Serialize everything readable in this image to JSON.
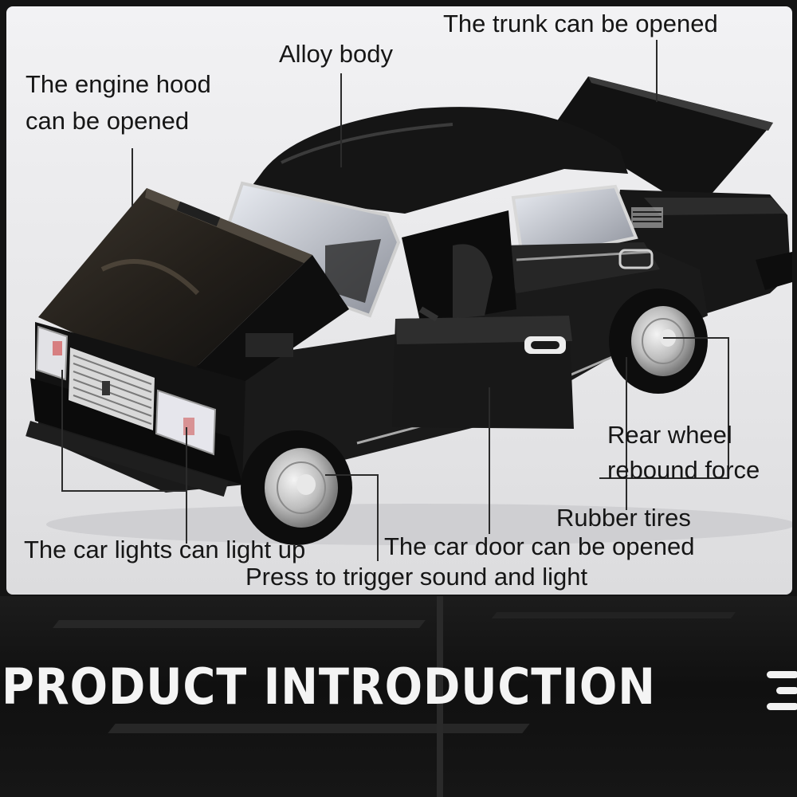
{
  "callouts": {
    "trunk": "The trunk can be opened",
    "alloy": "Alloy body",
    "hood_line1": "The engine hood",
    "hood_line2": "can be opened",
    "rear_wheel_line1": "Rear wheel",
    "rear_wheel_line2": "rebound force",
    "rubber_tires": "Rubber tires",
    "lights": "The car lights can light up",
    "door": "The car door can be opened",
    "press": "Press to trigger sound and light"
  },
  "banner": {
    "title": "PRODUCT INTRODUCTION"
  },
  "colors": {
    "panel_background": "#ececee",
    "car_body": "#1a1a1a",
    "callout_text": "#161616",
    "banner_text": "#f4f4f4",
    "banner_background": "#141414"
  },
  "icons": {
    "banner_right": "menu-lines-icon"
  }
}
